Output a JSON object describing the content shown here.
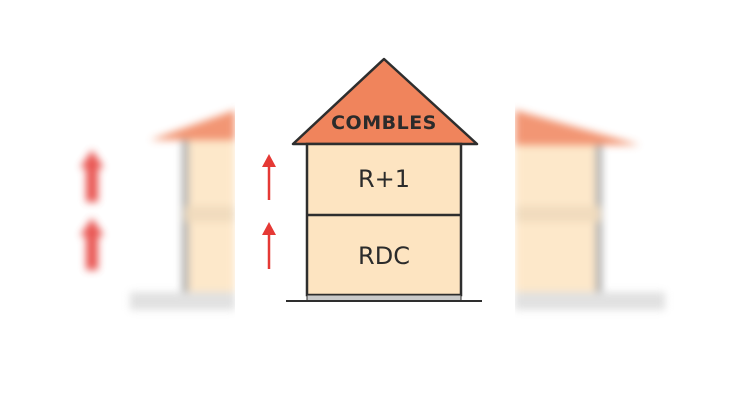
{
  "house": {
    "floors": {
      "attic": "COMBLES",
      "first": "R+1",
      "ground": "RDC"
    }
  },
  "colors": {
    "roof": "#f0845c",
    "walls": "#fde4c1",
    "outline": "#2e2e2e",
    "arrow": "#e53935",
    "foundation": "#c9c9c9"
  },
  "icons": [
    "up-arrow-icon",
    "up-arrow-icon"
  ]
}
